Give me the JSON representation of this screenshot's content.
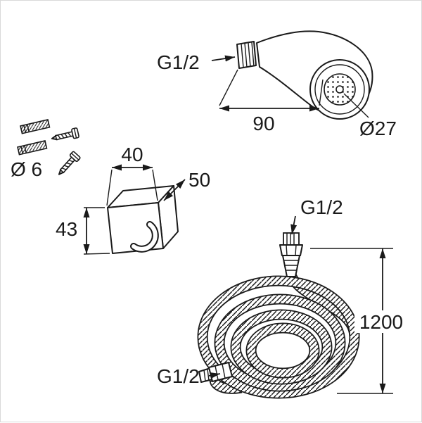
{
  "colors": {
    "line": "#1a1a1a",
    "background": "#ffffff"
  },
  "hand_shower": {
    "thread_label": "G1/2",
    "length_label": "90",
    "face_diameter_label": "Ø27"
  },
  "fasteners": {
    "diameter_label": "Ø 6"
  },
  "bracket": {
    "width_label": "40",
    "depth_label": "50",
    "height_label": "43"
  },
  "hose": {
    "top_thread_label": "G1/2",
    "bottom_thread_label": "G1/2",
    "length_label": "1200"
  }
}
